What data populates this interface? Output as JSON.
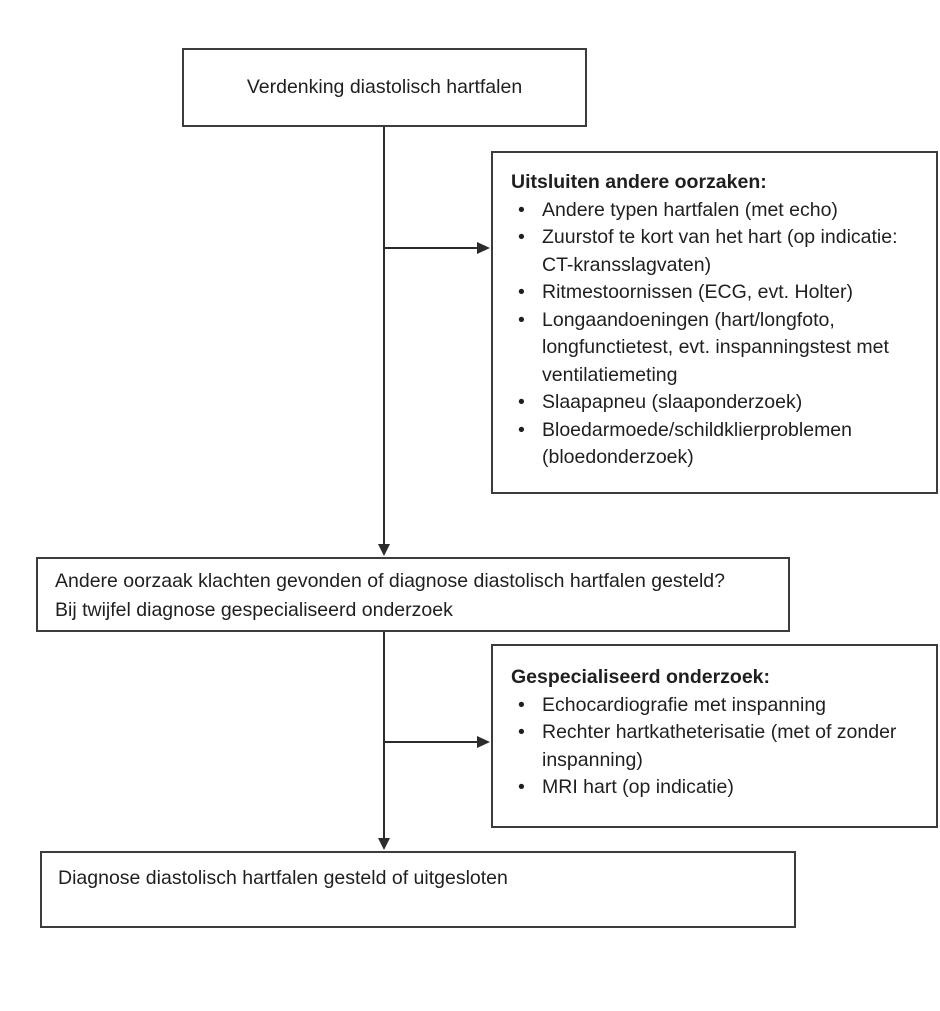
{
  "flowchart": {
    "top_box": {
      "text": "Verdenking diastolisch hartfalen"
    },
    "exclusion_box": {
      "title": "Uitsluiten andere oorzaken:",
      "items": [
        "Andere typen hartfalen (met echo)",
        "Zuurstof te kort van het hart (op indicatie: CT-kransslagvaten)",
        "Ritmestoornissen (ECG, evt. Holter)",
        "Longaandoeningen (hart/longfoto, longfunctietest, evt. inspanningstest met ventilatiemeting",
        "Slaapapneu (slaaponderzoek)",
        "Bloedarmoede/schildklierproblemen (bloedonderzoek)"
      ]
    },
    "decision_box": {
      "line1": "Andere oorzaak klachten gevonden of diagnose diastolisch hartfalen gesteld?",
      "line2": "Bij twijfel diagnose gespecialiseerd onderzoek"
    },
    "specialized_box": {
      "title": "Gespecialiseerd onderzoek:",
      "items": [
        "Echocardiografie met inspanning",
        "Rechter hartkatheterisatie (met of zonder inspanning)",
        "MRI hart (op indicatie)"
      ]
    },
    "final_box": {
      "text": "Diagnose diastolisch hartfalen gesteld of uitgesloten"
    },
    "colors": {
      "border": "#3c3c3c",
      "line": "#2b2b2b",
      "text": "#1f1f1f",
      "background": "#ffffff"
    }
  }
}
